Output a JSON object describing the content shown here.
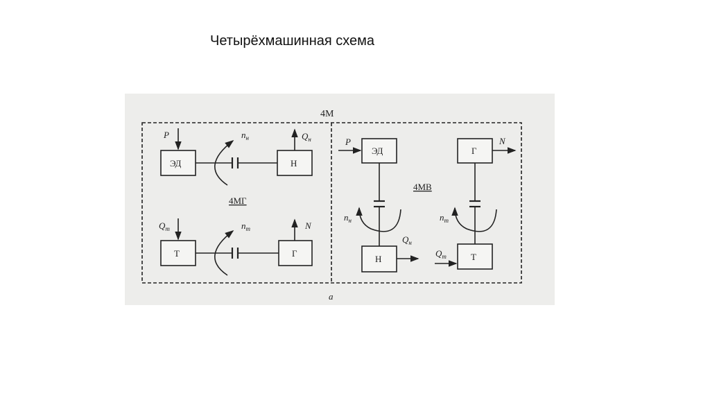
{
  "slide": {
    "title": "Четырёхмашинная схема"
  },
  "diagram": {
    "outer_label": "4M",
    "caption": "а",
    "left_group": {
      "label": "4МГ",
      "top_row": {
        "motor": "ЭД",
        "pump": "Н",
        "input": "P",
        "speed": "n",
        "speed_sub": "н",
        "output": "Q",
        "output_sub": "н"
      },
      "bottom_row": {
        "turbine": "Т",
        "generator": "Г",
        "input": "Q",
        "input_sub": "т",
        "speed": "n",
        "speed_sub": "т",
        "output": "N"
      }
    },
    "right_group": {
      "label": "4МВ",
      "left_col": {
        "motor": "ЭД",
        "pump": "Н",
        "input": "P",
        "speed": "n",
        "speed_sub": "н",
        "output": "Q",
        "output_sub": "н"
      },
      "right_col": {
        "generator": "Г",
        "turbine": "Т",
        "output": "N",
        "speed": "n",
        "speed_sub": "т",
        "input": "Q",
        "input_sub": "т"
      }
    }
  }
}
